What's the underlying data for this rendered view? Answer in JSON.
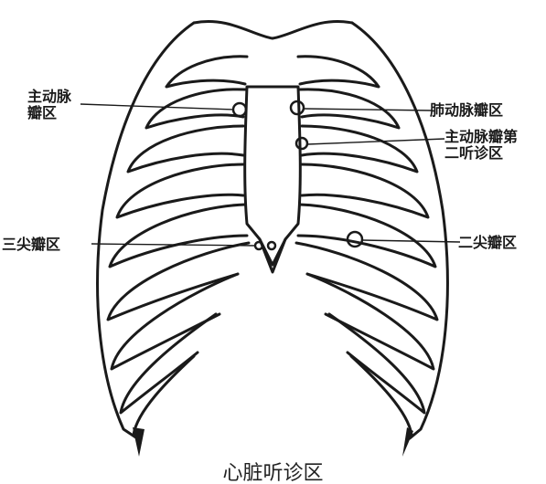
{
  "caption": "心脏听诊区",
  "labels": {
    "aortic_area": "主动脉\n瓣区",
    "pulmonary_area": "肺动脉瓣区",
    "aortic_second_area": "主动脉瓣第\n二听诊区",
    "tricuspid_area": "三尖瓣区",
    "mitral_area": "二尖瓣区"
  },
  "colors": {
    "ink": "#1a1a1a",
    "background": "#ffffff"
  }
}
